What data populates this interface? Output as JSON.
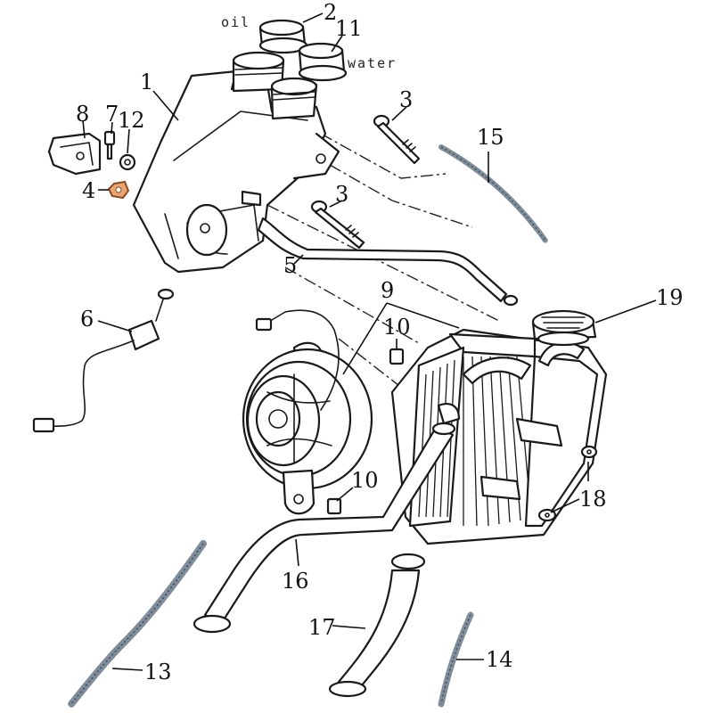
{
  "diagram": {
    "fluid_labels": {
      "oil": "oil",
      "water": "water"
    },
    "callouts": [
      {
        "id": "1",
        "part": "reservoir tank"
      },
      {
        "id": "2",
        "part": "oil cap"
      },
      {
        "id": "3a",
        "text": "3",
        "part": "bolt upper"
      },
      {
        "id": "3b",
        "text": "3",
        "part": "bolt lower"
      },
      {
        "id": "4",
        "part": "nut"
      },
      {
        "id": "5",
        "part": "overflow hose"
      },
      {
        "id": "6",
        "part": "thermo switch"
      },
      {
        "id": "7",
        "part": "screw"
      },
      {
        "id": "8",
        "part": "bracket"
      },
      {
        "id": "9",
        "part": "fan wire"
      },
      {
        "id": "10a",
        "text": "10",
        "part": "rubber grommet upper"
      },
      {
        "id": "10b",
        "text": "10",
        "part": "rubber grommet lower"
      },
      {
        "id": "11",
        "part": "water cap"
      },
      {
        "id": "12",
        "part": "washer"
      },
      {
        "id": "13",
        "part": "spring hose guard long"
      },
      {
        "id": "14",
        "part": "spring hose guard short"
      },
      {
        "id": "15",
        "part": "spring hose guard upper"
      },
      {
        "id": "16",
        "part": "radiator outlet hose"
      },
      {
        "id": "17",
        "part": "radiator inlet hose"
      },
      {
        "id": "18",
        "part": "collar"
      },
      {
        "id": "19",
        "part": "radiator cap"
      }
    ]
  }
}
